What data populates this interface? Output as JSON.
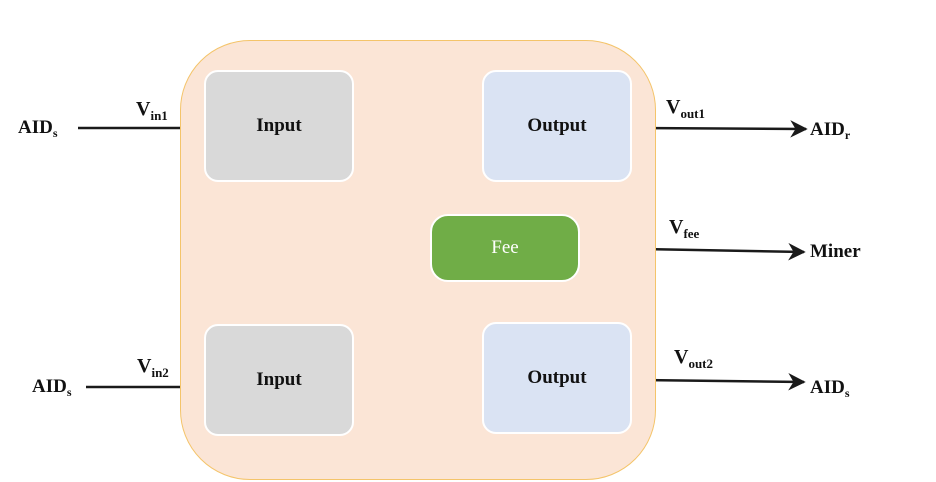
{
  "nodes": {
    "input_top": "Input",
    "input_bottom": "Input",
    "output_top": "Output",
    "output_bottom": "Output",
    "fee": "Fee"
  },
  "edges": [
    {
      "main": "V",
      "sub": "in1"
    },
    {
      "main": "V",
      "sub": "in2"
    },
    {
      "main": "V",
      "sub": "out1"
    },
    {
      "main": "V",
      "sub": "fee"
    },
    {
      "main": "V",
      "sub": "out2"
    }
  ],
  "endpoints": {
    "sender_top": {
      "main": "AID",
      "sub": "s"
    },
    "sender_bottom": {
      "main": "AID",
      "sub": "s"
    },
    "receiver": {
      "main": "AID",
      "sub": "r"
    },
    "miner": "Miner",
    "change": {
      "main": "AID",
      "sub": "s"
    }
  },
  "colors": {
    "container_fill": "#fbe5d6",
    "container_border": "#f4c46a",
    "input_fill": "#d9d9d9",
    "output_fill": "#dae3f3",
    "fee_fill": "#70ad47",
    "arrow": "#1a1a1a"
  }
}
